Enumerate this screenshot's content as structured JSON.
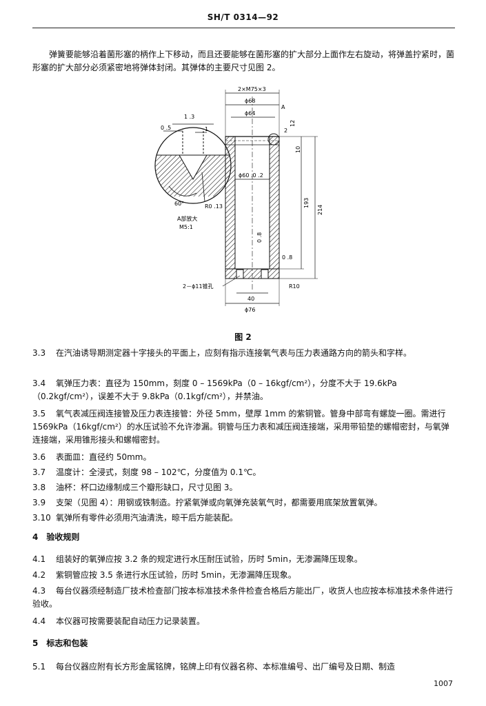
{
  "header": {
    "code": "SH/T 0314—92"
  },
  "intro": "弹簧要能够沿着菌形塞的柄作上下移动，而且还要能够在菌形塞的扩大部分上面作左右旋动，将弹盖拧紧时，菌形塞的扩大部分必须紧密地将弹体封闭。其弹体的主要尺寸见图 2。",
  "figure": {
    "caption": "图 2",
    "labels": {
      "thread": "2×M75×3",
      "d68": "ϕ68",
      "d64": "ϕ64",
      "d60": "ϕ60 .0 .2",
      "d40": "40",
      "d76": "ϕ76",
      "h12": "12",
      "h10": "10",
      "h193": "193",
      "h214": "214",
      "r10": "R10",
      "r2": "2",
      "a_mark": "A",
      "c08": "0 .8",
      "c08b": "0 .8",
      "holes": "2－ϕ11锥孔",
      "detail_title": "A部放大",
      "detail_scale": "M5:1",
      "detail_13": "1 .3",
      "detail_05": "0 .5",
      "detail_1": "1",
      "detail_angle": "60°",
      "detail_r": "R0 .13"
    }
  },
  "items": [
    {
      "num": "3.3",
      "text": "在汽油诱导期测定器十字接头的平面上，应刻有指示连接氧气表与压力表通路方向的箭头和字样。"
    },
    {
      "num": "3.4",
      "text": "氧弹压力表：直径为 150mm，刻度 0 – 1569kPa（0 – 16kgf/cm²），分度不大于 19.6kPa（0.2kgf/cm²），误差不大于 9.8kPa（0.1kgf/cm²），并禁油。"
    },
    {
      "num": "3.5",
      "text": "氧气表减压阀连接管及压力表连接管：外径 5mm，壁厚 1mm 的紫铜管。管身中部弯有螺旋一圈。需进行 1569kPa（16kgf/cm²）的水压试验不允许渗漏。铜管与压力表和减压阀连接端，采用带铅垫的螺帽密封，与氧弹连接端，采用锥形接头和螺帽密封。"
    },
    {
      "num": "3.6",
      "text": "表面皿：直径约 50mm。"
    },
    {
      "num": "3.7",
      "text": "温度计：全浸式，刻度 98 – 102℃，分度值为 0.1℃。"
    },
    {
      "num": "3.8",
      "text": "油杯：杯口边缘制成三个瓣形缺口，尺寸见图 3。"
    },
    {
      "num": "3.9",
      "text": "支架（见图 4）：用钢或铁制造。拧紧氧弹或向氧弹充装氧气时，都需要用底架放置氧弹。"
    },
    {
      "num": "3.10",
      "text": "氧弹所有零件必须用汽油清洗，晾干后方能装配。"
    }
  ],
  "section4": {
    "title": "4　验收规则"
  },
  "items4": [
    {
      "num": "4.1",
      "text": "组装好的氧弹应按 3.2 条的规定进行水压耐压试验，历时 5min，无渗漏降压现象。"
    },
    {
      "num": "4.2",
      "text": "紫铜管应按 3.5 条进行水压试验，历时 5min，无渗漏降压现象。"
    },
    {
      "num": "4.3",
      "text": "每台仪器须经制造厂技术检查部门按本标准技术条件检查合格后方能出厂，收货人也应按本标准技术条件进行验收。"
    },
    {
      "num": "4.4",
      "text": "本仪器可按需要装配自动压力记录装置。"
    }
  ],
  "section5": {
    "title": "5　标志和包装"
  },
  "items5": [
    {
      "num": "5.1",
      "text": "每台仪器应附有长方形金属铭牌，铭牌上印有仪器名称、本标准编号、出厂编号及日期、制造"
    }
  ],
  "page_number": "1007"
}
